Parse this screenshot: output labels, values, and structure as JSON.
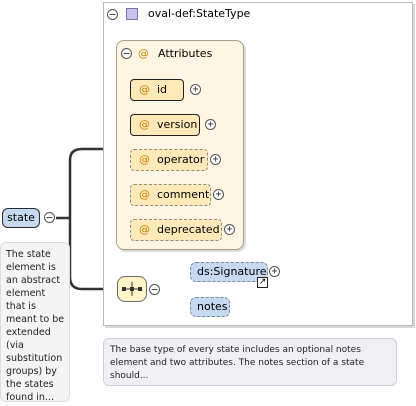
{
  "type": {
    "name": "oval-def:StateType",
    "documentation": "The base type of every state includes an optional notes element and two attributes. The notes section of a state should..."
  },
  "attributes_group": {
    "title": "Attributes",
    "symbol": "@",
    "items": [
      {
        "name": "id",
        "required": true
      },
      {
        "name": "version",
        "required": true
      },
      {
        "name": "operator",
        "required": false
      },
      {
        "name": "comment",
        "required": false
      },
      {
        "name": "deprecated",
        "required": false
      }
    ]
  },
  "element": {
    "name": "state",
    "documentation": "The state element is an abstract element that is meant to be extended (via substitution groups) by the states found in..."
  },
  "sequence": {
    "children": [
      {
        "name": "ds:Signature",
        "optional": true,
        "reference": true
      },
      {
        "name": "notes",
        "optional": true,
        "reference": false
      }
    ]
  },
  "symbols": {
    "collapse": "−",
    "expand": "+",
    "reference": "↗"
  },
  "colors": {
    "element_fill": "#c7d8f1",
    "attribute_fill": "#ffe9b8",
    "attribute_group_fill": "#fff5e3",
    "type_icon": "#c9c3e6",
    "sequence_fill": "#fff5c8"
  }
}
